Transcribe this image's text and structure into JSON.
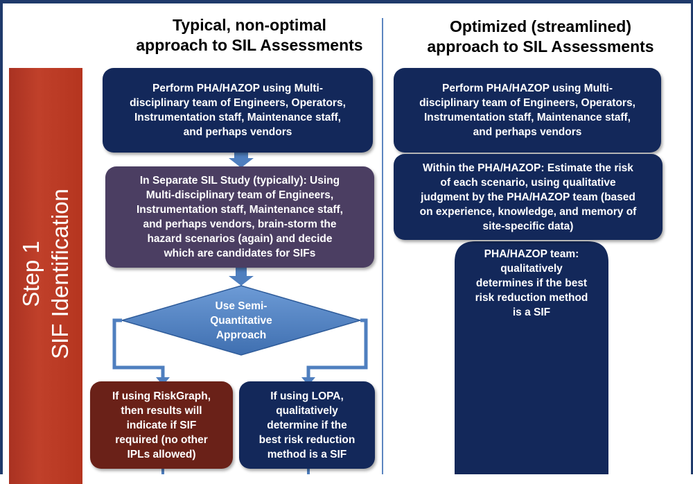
{
  "left_column": {
    "title": "Typical, non-optimal\napproach to SIL Assessments",
    "box_pha": "Perform PHA/HAZOP using Multi-\ndisciplinary team of Engineers, Operators,\nInstrumentation staff, Maintenance staff,\nand perhaps vendors",
    "box_sil_study": "In Separate SIL Study  (typically): Using\nMulti-disciplinary team of Engineers,\nInstrumentation staff, Maintenance staff,\nand perhaps vendors, brain-storm the\nhazard  scenarios (again) and decide\nwhich are candidates for SIFs",
    "decision": "Use Semi-\nQuantitative\nApproach",
    "box_riskgraph": "If using  RiskGraph,\nthen results will\nindicate if SIF\nrequired  (no other\nIPLs allowed)",
    "box_lopa": "If using LOPA,\nqualitatively\ndetermine if the\nbest risk reduction\nmethod is a SIF"
  },
  "right_column": {
    "title": "Optimized (streamlined)\napproach to SIL Assessments",
    "box_pha": "Perform PHA/HAZOP using Multi-\ndisciplinary team of Engineers, Operators,\nInstrumentation staff, Maintenance staff,\nand perhaps vendors",
    "box_estimate": "Within the PHA/HAZOP:  Estimate the risk\nof each scenario, using qualitative\njudgment by the PHA/HAZOP team (based\non experience, knowledge, and memory of\nsite-specific data)",
    "box_team": "PHA/HAZOP team:\nqualitatively\ndetermines if the best\nrisk reduction method\nis a SIF"
  },
  "step": {
    "line1": "Step 1",
    "line2": "SIF Identification"
  },
  "colors": {
    "navy": "#13285a",
    "purple": "#4b3e62",
    "brown": "#6a2118",
    "step_red": "#b5351f",
    "arrow_blue": "#4f7fbf"
  }
}
